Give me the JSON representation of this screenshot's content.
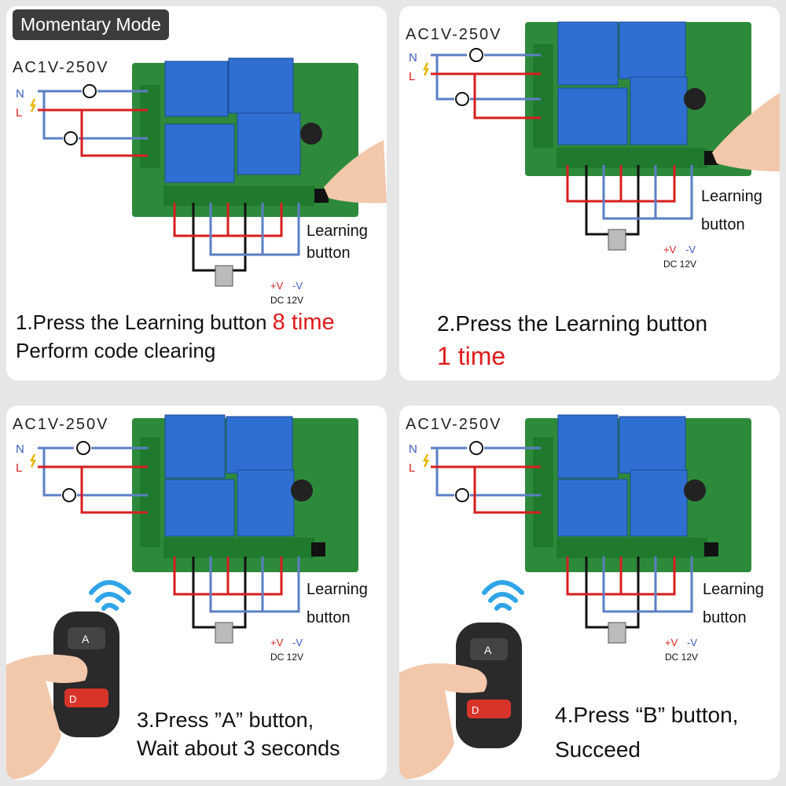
{
  "mode_label": "Momentary Mode",
  "voltage_label": "AC1V-250V",
  "neutral_label": "N",
  "line_label": "L",
  "learning_label_1": "Learning",
  "learning_label_2": "button",
  "plus_v_label": "+V",
  "minus_v_label": "-V",
  "dc_label": "DC 12V",
  "remote_button_a": "A",
  "remote_button_d": "D",
  "steps": [
    {
      "text": "1.Press the Learning button ",
      "highlight": "8 time",
      "line2": "Perform code clearing"
    },
    {
      "text": "2.Press the Learning button",
      "highlight": "1 time"
    },
    {
      "line1": "3.Press ”A” button,",
      "line2": "Wait about 3 seconds"
    },
    {
      "line1": "4.Press “B” button,",
      "line2": "Succeed"
    }
  ],
  "colors": {
    "relay": "#2f6fd1",
    "pcb": "#2d8a3b",
    "terminal": "#1f7a2e",
    "live_wire": "#d81e1e",
    "neutral_wire": "#5b7fc4",
    "motor_wire": "#111111",
    "accent": "#e01b1b"
  },
  "icons": [
    "bulb-icon",
    "motor-icon",
    "hand-icon",
    "remote-icon",
    "signal-icon",
    "lightning-icon"
  ]
}
